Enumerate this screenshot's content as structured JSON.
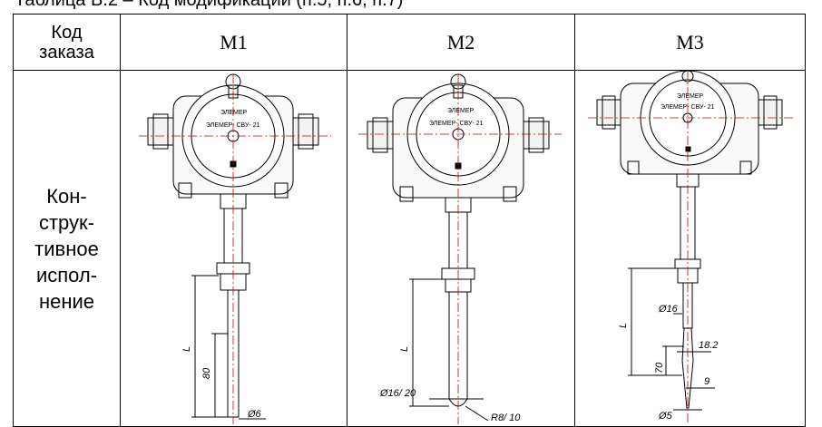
{
  "caption": "Таблица В.2 – Код модификации (п.5, п.6, п.7)",
  "table": {
    "header_code": [
      "Код",
      "заказа"
    ],
    "modifications": [
      "М1",
      "М2",
      "М3"
    ],
    "row_label": [
      "Кон-",
      "струк-",
      "тивное",
      "испол-",
      "нение"
    ]
  },
  "drawings": {
    "m1": {
      "brand": "ЭЛЕМЕР",
      "model": "ЭЛЕМЕР- СВУ- 21",
      "dim_L": "L",
      "dim_80": "80",
      "dim_d": "Ø6"
    },
    "m2": {
      "brand": "ЭЛЕМЕР",
      "model": "ЭЛЕМЕР- СВУ- 21",
      "dim_L": "L",
      "dim_d": "Ø16/ 20",
      "dim_r": "R8/ 10"
    },
    "m3": {
      "brand": "ЭЛЕМЕР",
      "model": "ЭЛЕМЕР- СВУ- 21",
      "dim_L": "L",
      "dim_d16": "Ø16",
      "dim_182": "18.2",
      "dim_70": "70",
      "dim_9": "9",
      "dim_d5": "Ø5"
    }
  },
  "colors": {
    "axis": "#cc0000",
    "line": "#000000"
  }
}
